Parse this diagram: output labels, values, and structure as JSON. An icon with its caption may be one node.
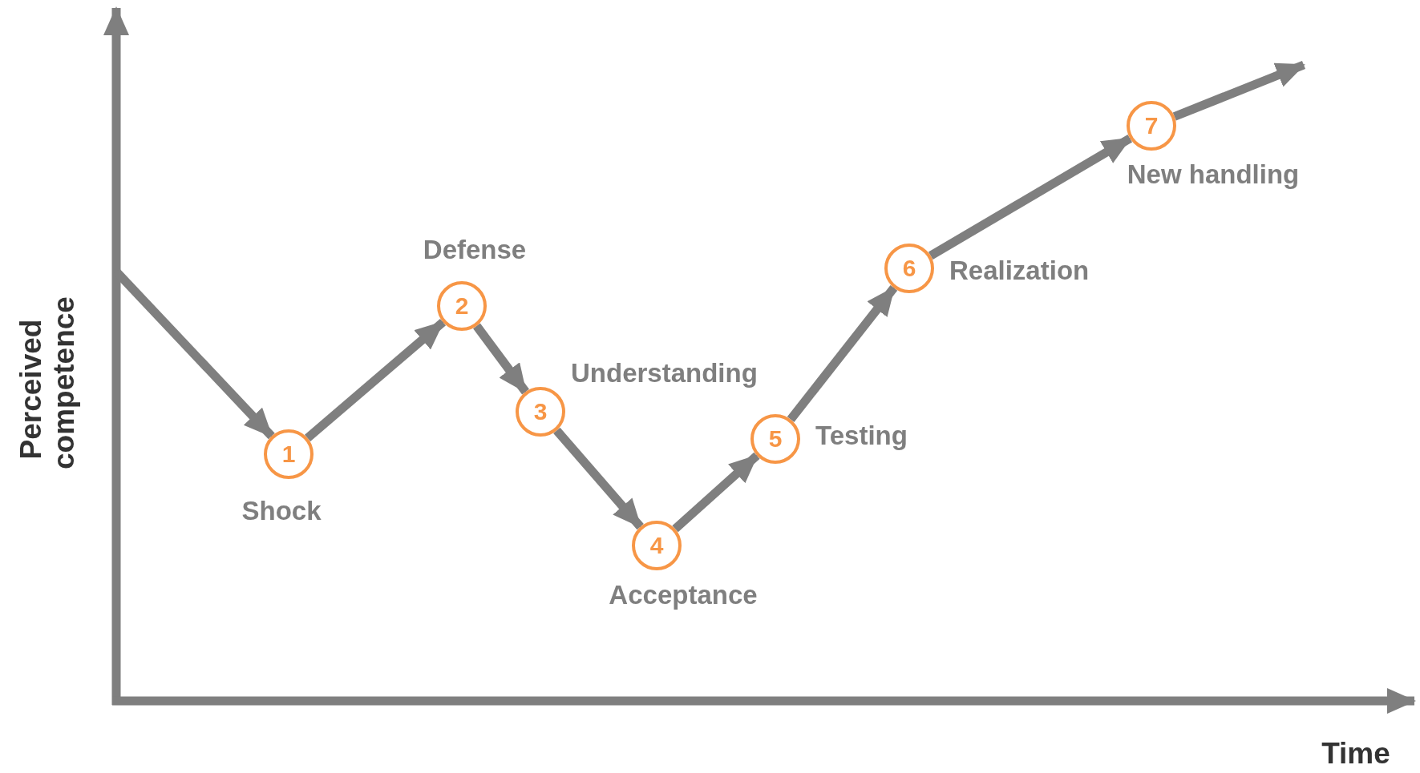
{
  "diagram": {
    "nodes": [
      {
        "text": [
          "1"
        ],
        "beside": [
          "Shock"
        ]
      },
      {
        "text": [
          "2"
        ],
        "beside": [
          "Defense"
        ]
      },
      {
        "text": [
          "3"
        ],
        "beside": [
          "Understanding"
        ]
      },
      {
        "text": [
          "4"
        ],
        "beside": [
          "Acceptance"
        ]
      },
      {
        "text": [
          "5"
        ],
        "beside": [
          "Testing"
        ]
      },
      {
        "text": [
          "6"
        ],
        "beside": [
          "Realization"
        ]
      },
      {
        "text": [
          "7"
        ],
        "beside": [
          "New handling"
        ]
      }
    ],
    "edges": [
      {
        "from": null,
        "to": 0,
        "arrow": "to"
      },
      {
        "from": 0,
        "to": 1,
        "arrow": "to"
      },
      {
        "from": 1,
        "to": 2,
        "arrow": "to"
      },
      {
        "from": 2,
        "to": 3,
        "arrow": "to"
      },
      {
        "from": 3,
        "to": 4,
        "arrow": "to"
      },
      {
        "from": 4,
        "to": 5,
        "arrow": "to"
      },
      {
        "from": 5,
        "to": 6,
        "arrow": "to"
      },
      {
        "from": 6,
        "to": null,
        "arrow": "to"
      }
    ],
    "labels": [
      "Perceived competence",
      "Time"
    ]
  }
}
